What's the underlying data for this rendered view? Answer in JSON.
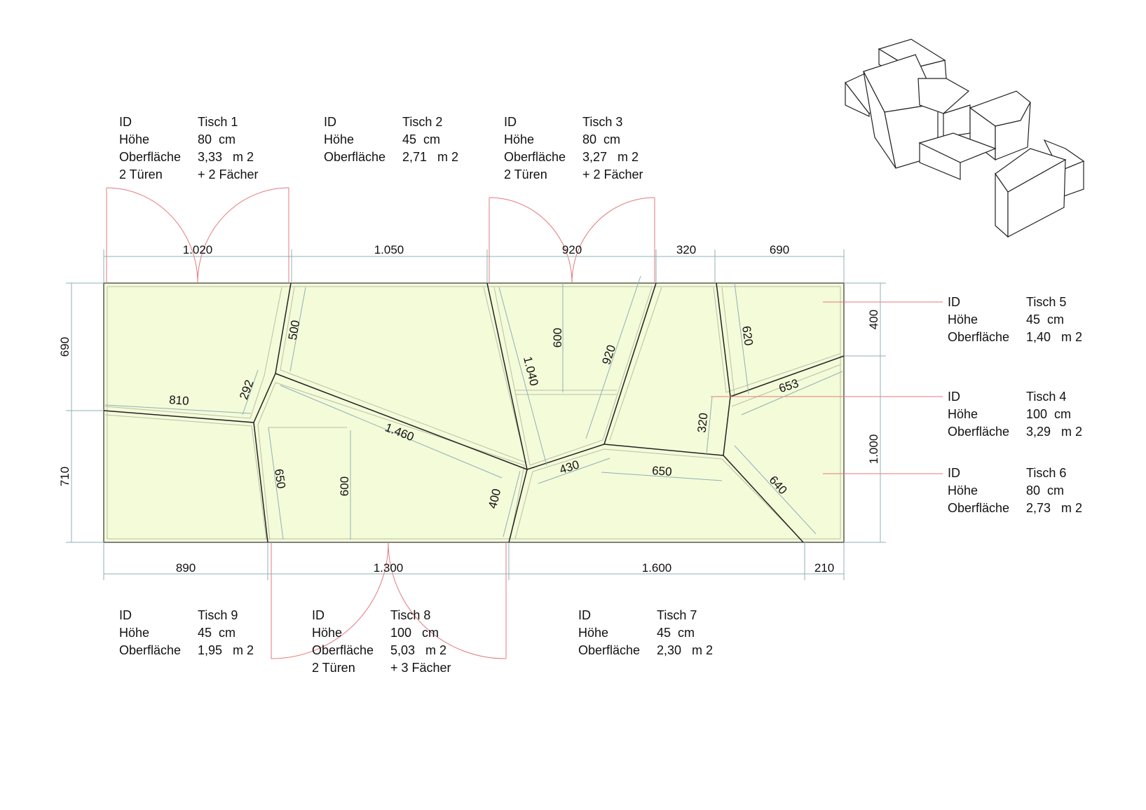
{
  "colors": {
    "slab_fill": "#f4fbd9",
    "dimension": "#8fb0b4",
    "door_arc": "#e4787c",
    "seam": "#222222"
  },
  "tables": [
    {
      "rows": [
        [
          "ID",
          "Tisch 1"
        ],
        [
          "Höhe",
          "80  cm"
        ],
        [
          "Oberfläche",
          "3,33   m 2"
        ],
        [
          "2 Türen",
          "+ 2 Fächer"
        ]
      ]
    },
    {
      "rows": [
        [
          "ID",
          "Tisch 2"
        ],
        [
          "Höhe",
          "45  cm"
        ],
        [
          "Oberfläche",
          "2,71   m 2"
        ]
      ]
    },
    {
      "rows": [
        [
          "ID",
          "Tisch 3"
        ],
        [
          "Höhe",
          "80  cm"
        ],
        [
          "Oberfläche",
          "3,27   m 2"
        ],
        [
          "2 Türen",
          "+ 2 Fächer"
        ]
      ]
    },
    {
      "rows": [
        [
          "ID",
          "Tisch 5"
        ],
        [
          "Höhe",
          "45  cm"
        ],
        [
          "Oberfläche",
          "1,40   m 2"
        ]
      ]
    },
    {
      "rows": [
        [
          "ID",
          "Tisch 4"
        ],
        [
          "Höhe",
          "100  cm"
        ],
        [
          "Oberfläche",
          "3,29   m 2"
        ]
      ]
    },
    {
      "rows": [
        [
          "ID",
          "Tisch 6"
        ],
        [
          "Höhe",
          "80  cm"
        ],
        [
          "Oberfläche",
          "2,73   m 2"
        ]
      ]
    },
    {
      "rows": [
        [
          "ID",
          "Tisch 9"
        ],
        [
          "Höhe",
          "45  cm"
        ],
        [
          "Oberfläche",
          "1,95   m 2"
        ]
      ]
    },
    {
      "rows": [
        [
          "ID",
          "Tisch 8"
        ],
        [
          "Höhe",
          "100   cm"
        ],
        [
          "Oberfläche",
          "5,03   m 2"
        ],
        [
          "2 Türen",
          "+ 3 Fächer"
        ]
      ]
    },
    {
      "rows": [
        [
          "ID",
          "Tisch 7"
        ],
        [
          "Höhe",
          "45  cm"
        ],
        [
          "Oberfläche",
          "2,30   m 2"
        ]
      ]
    }
  ],
  "dimensions": {
    "top": [
      "1.020",
      "1.050",
      "920",
      "320",
      "690"
    ],
    "bottom": [
      "890",
      "1.300",
      "1.600",
      "210"
    ],
    "left": [
      "690",
      "710"
    ],
    "right": [
      "400",
      "1.000"
    ],
    "inner": [
      "500",
      "292",
      "810",
      "1.460",
      "650",
      "600",
      "400",
      "1.040",
      "600",
      "920",
      "430",
      "650",
      "320",
      "620",
      "653",
      "640"
    ]
  }
}
